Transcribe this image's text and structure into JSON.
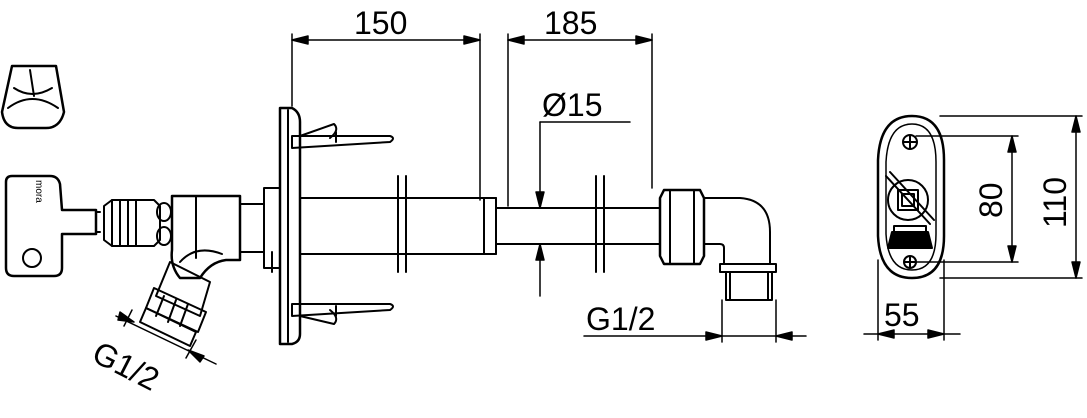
{
  "dimensions": {
    "length_wall_section": "150",
    "length_pipe_section": "185",
    "pipe_diameter": "Ø15",
    "thread_inlet": "G1/2",
    "thread_outlet": "G1/2",
    "flange_height_inner": "80",
    "flange_height_outer": "110",
    "flange_width": "55"
  },
  "brand": {
    "key_logo": "mora"
  }
}
